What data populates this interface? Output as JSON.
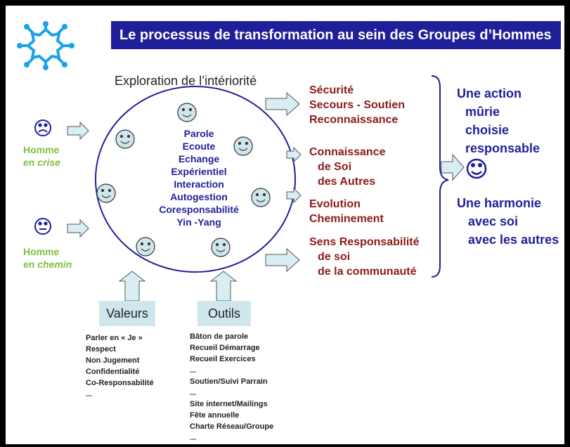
{
  "title": "Le processus de transformation au sein des Groupes d’Hommes",
  "exploration_label": "Exploration de l’intériorité",
  "left": {
    "crise": {
      "homme": "Homme",
      "en": "en ",
      "state": "crise"
    },
    "chemin": {
      "homme": "Homme",
      "en": "en ",
      "state": "chemin"
    }
  },
  "circle_items": [
    "Parole",
    "Ecoute",
    "Echange",
    "Expérientiel",
    "Interaction",
    "Autogestion",
    "Coresponsabilité",
    "Yin -Yang"
  ],
  "valeurs": {
    "label": "Valeurs",
    "items": [
      "Parler en « Je »",
      "Respect",
      "Non Jugement",
      "Confidentialité",
      "Co-Responsabilité",
      "..."
    ]
  },
  "outils": {
    "label": "Outils",
    "items": [
      "Bâton de parole",
      "Recueil Démarrage",
      "Recueil Exercices",
      "...",
      "Soutien/Suivi Parrain",
      "...",
      "Site internet/Mailings",
      "Fête annuelle",
      "Charte Réseau/Groupe",
      "..."
    ]
  },
  "outcomes": {
    "g1": [
      "Sécurité",
      "Secours - Soutien",
      "Reconnaissance"
    ],
    "g2": [
      "Connaissance",
      "de Soi",
      "des Autres"
    ],
    "g3": [
      "Evolution",
      "Cheminement"
    ],
    "g4": [
      "Sens Responsabilité",
      "de soi",
      "de la communauté"
    ]
  },
  "results": {
    "action": [
      "Une action",
      "mûrie",
      "choisie",
      "responsable"
    ],
    "harmonie": [
      "Une harmonie",
      "avec soi",
      "avec les autres"
    ]
  },
  "colors": {
    "navy": "#1f1f99",
    "red": "#8b1a1a",
    "green": "#7fbf3f",
    "box": "#cfe6ec",
    "logo": "#1aa3e8"
  }
}
